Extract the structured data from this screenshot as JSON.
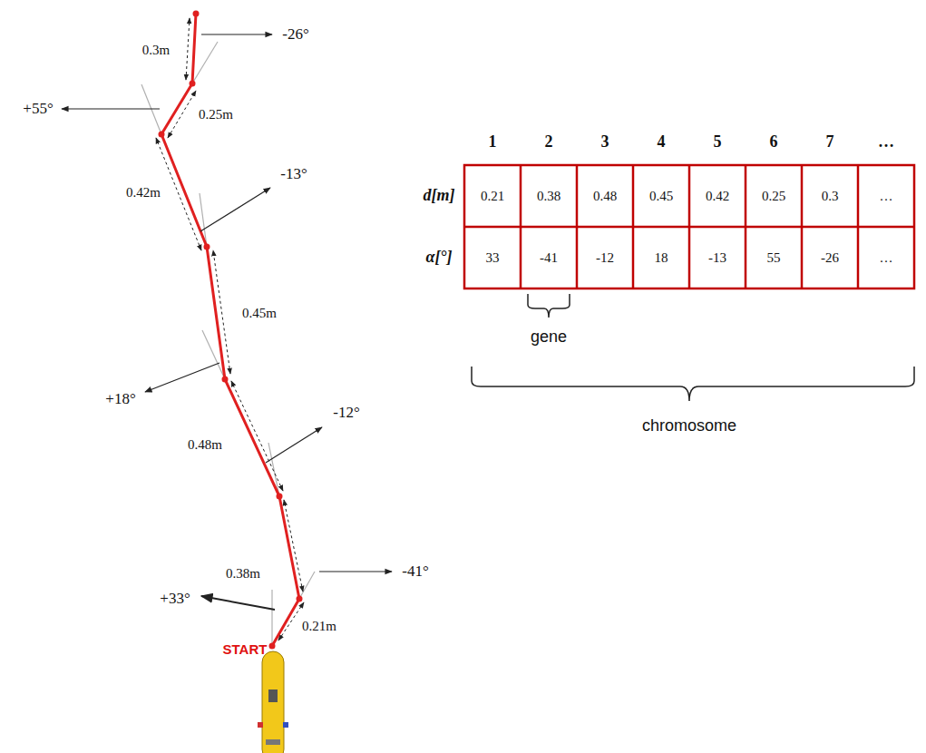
{
  "diagram": {
    "labels": [
      "0.3m",
      "-26°",
      "+55°",
      "0.25m",
      "-13°",
      "0.42m",
      "0.45m",
      "+18°",
      "-12°",
      "0.48m",
      "0.38m",
      "-41°",
      "+33°",
      "0.21m",
      "START",
      "1",
      "2",
      "3",
      "4",
      "5",
      "6",
      "7",
      "…",
      "d[m]",
      "0.21",
      "0.38",
      "0.48",
      "0.45",
      "0.42",
      "0.25",
      "0.3",
      "…",
      "α[°]",
      "33",
      "-41",
      "-12",
      "18",
      "-13",
      "55",
      "-26",
      "…",
      "gene",
      "chromosome"
    ]
  }
}
